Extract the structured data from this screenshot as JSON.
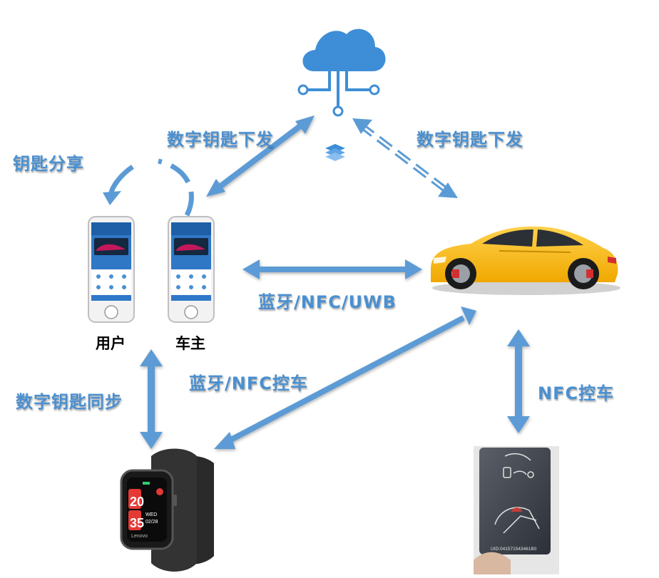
{
  "labels": {
    "key_issue_left": "数字钥匙下发",
    "key_issue_right": "数字钥匙下发",
    "key_share": "钥匙分享",
    "bt_nfc_uwb": "蓝牙/NFC/UWB",
    "bt_nfc_control": "蓝牙/NFC控车",
    "nfc_control": "NFC控车",
    "key_sync": "数字钥匙同步",
    "user": "用户",
    "owner": "车主"
  },
  "icons": {
    "cloud": "cloud-network-icon",
    "layers": "layers-stack-icon",
    "phone": "smartphone-icon",
    "car": "sports-car-icon",
    "watch": "smartwatch-icon",
    "card": "nfc-card-icon"
  },
  "watch_face": {
    "hour": "20",
    "minute": "35",
    "day": "WED",
    "date": "02/28",
    "brand": "Lenovo"
  },
  "card_face": {
    "uid": "UID:041571543461B0"
  },
  "colors": {
    "accent": "#4a90d1",
    "arrow": "#5b9bd5",
    "cloud": "#3d8ed6",
    "car": "#f5b81c",
    "phone_screen": "#2f78c6"
  }
}
